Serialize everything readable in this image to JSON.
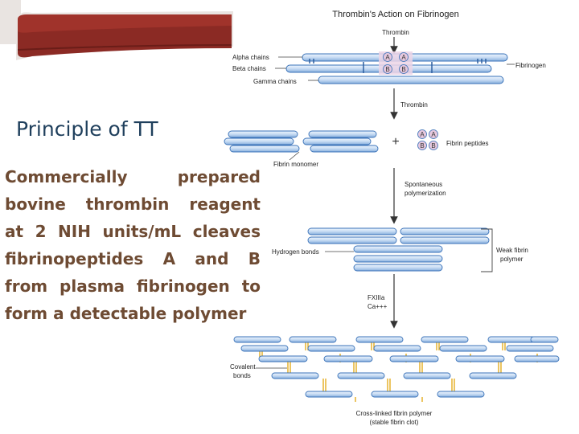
{
  "slide": {
    "title": "Principle of TT",
    "body_lines": [
      "Commercially prepared",
      "bovine thrombin reagent",
      "at 2 NIH units/mL cleaves",
      "fibrinopeptides A and B",
      "from plasma fibrinogen to",
      "form a detectable polymer"
    ]
  },
  "diagram": {
    "title": "Thrombin's Action on Fibrinogen",
    "labels": {
      "thrombin_top": "Thrombin",
      "alpha_chains": "Alpha chains",
      "beta_chains": "Beta chains",
      "gamma_chains": "Gamma chains",
      "fibrinogen": "Fibrinogen",
      "thrombin_arrow": "Thrombin",
      "plus": "+",
      "fibrin_peptides": "Fibrin peptides",
      "fibrin_monomer": "Fibrin monomer",
      "spontaneous_1": "Spontaneous",
      "spontaneous_2": "polymerization",
      "hydrogen_bonds": "Hydrogen bonds",
      "weak_fibrin_1": "Weak fibrin",
      "weak_fibrin_2": "polymer",
      "fxiiia": "FXIIIa",
      "ca": "Ca+++",
      "covalent_1": "Covalent",
      "covalent_2": "bonds",
      "cross_linked_1": "Cross-linked fibrin polymer",
      "cross_linked_2": "(stable fibrin clot)"
    },
    "peptide_letters": {
      "a": "A",
      "b": "B"
    },
    "colors": {
      "band_dark": "#8b2a24",
      "band_light": "#c7463d",
      "title_text": "#1f3f5c",
      "body_text": "#6e4b33",
      "chain_fill": "#cfe0f5",
      "chain_stroke": "#3a72b8",
      "peptide_fill": "#e6c8de",
      "bond_yellow": "#e3ac1e",
      "arrow": "#333333"
    }
  }
}
